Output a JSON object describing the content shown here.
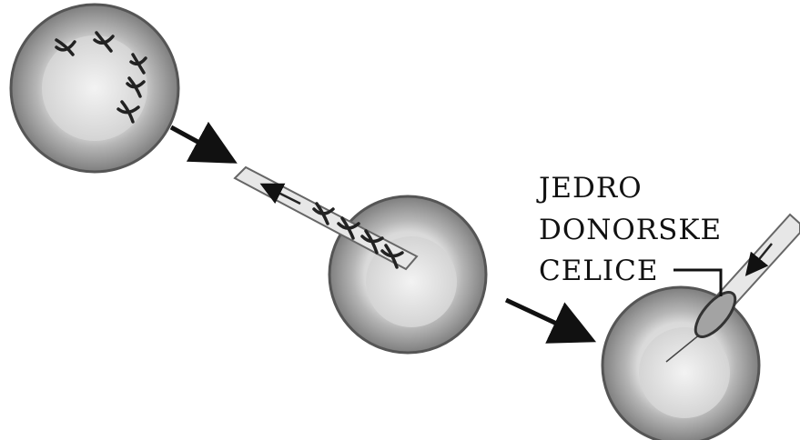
{
  "labels": {
    "line1": "JEDRO",
    "line2": "DONORSKE",
    "line3": "CELICE"
  }
}
